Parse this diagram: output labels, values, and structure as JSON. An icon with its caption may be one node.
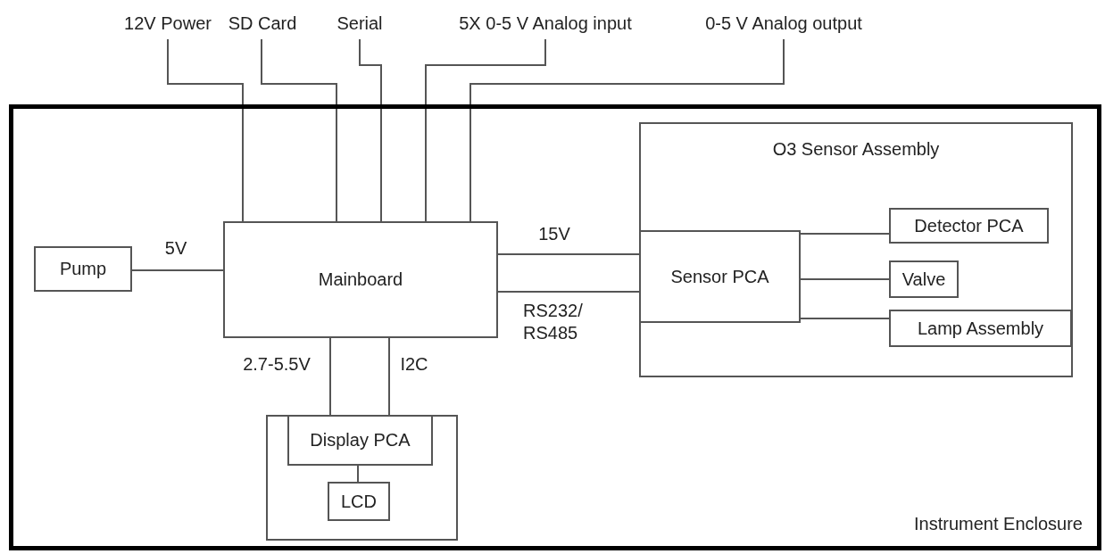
{
  "diagram": {
    "nodes": [
      {
        "text": [
          "Instrument Enclosure"
        ]
      },
      {
        "text": [
          "12V Power"
        ]
      },
      {
        "text": [
          "SD Card"
        ]
      },
      {
        "text": [
          "Serial"
        ]
      },
      {
        "text": [
          "5X 0-5 V Analog input"
        ]
      },
      {
        "text": [
          "0-5 V Analog output"
        ]
      },
      {
        "text": [
          "Pump"
        ],
        "in": 0
      },
      {
        "text": [
          "Mainboard"
        ],
        "in": 0
      },
      {
        "text": [
          "O3 Sensor Assembly"
        ],
        "in": 0
      },
      {
        "text": [
          "Sensor PCA"
        ],
        "in": 8
      },
      {
        "text": [
          "Detector PCA"
        ],
        "in": 8
      },
      {
        "text": [
          "Valve"
        ],
        "in": 8
      },
      {
        "text": [
          "Lamp Assembly"
        ],
        "in": 8
      },
      {
        "text": [],
        "shape": "box",
        "in": 0
      },
      {
        "text": [
          "Display PCA"
        ],
        "in": 13
      },
      {
        "text": [
          "LCD"
        ],
        "in": 13
      }
    ],
    "edges": [
      {
        "from": 1,
        "to": 7,
        "arrow": "none"
      },
      {
        "from": 2,
        "to": 7,
        "arrow": "none"
      },
      {
        "from": 3,
        "to": 7,
        "arrow": "none"
      },
      {
        "from": 4,
        "to": 7,
        "arrow": "none"
      },
      {
        "from": 5,
        "to": 7,
        "arrow": "none"
      },
      {
        "from": 6,
        "to": 7,
        "label": "5V",
        "arrow": "none"
      },
      {
        "from": 7,
        "to": 9,
        "label": "15V",
        "arrow": "none"
      },
      {
        "from": 7,
        "to": 9,
        "label": "RS232/ RS485",
        "arrow": "none"
      },
      {
        "from": 9,
        "to": 10,
        "arrow": "none"
      },
      {
        "from": 9,
        "to": 11,
        "arrow": "none"
      },
      {
        "from": 9,
        "to": 12,
        "arrow": "none"
      },
      {
        "from": 7,
        "to": 14,
        "label": "2.7-5.5V",
        "arrow": "none"
      },
      {
        "from": 7,
        "to": 14,
        "label": "I2C",
        "arrow": "none"
      },
      {
        "from": 14,
        "to": 15,
        "arrow": "none"
      }
    ]
  }
}
